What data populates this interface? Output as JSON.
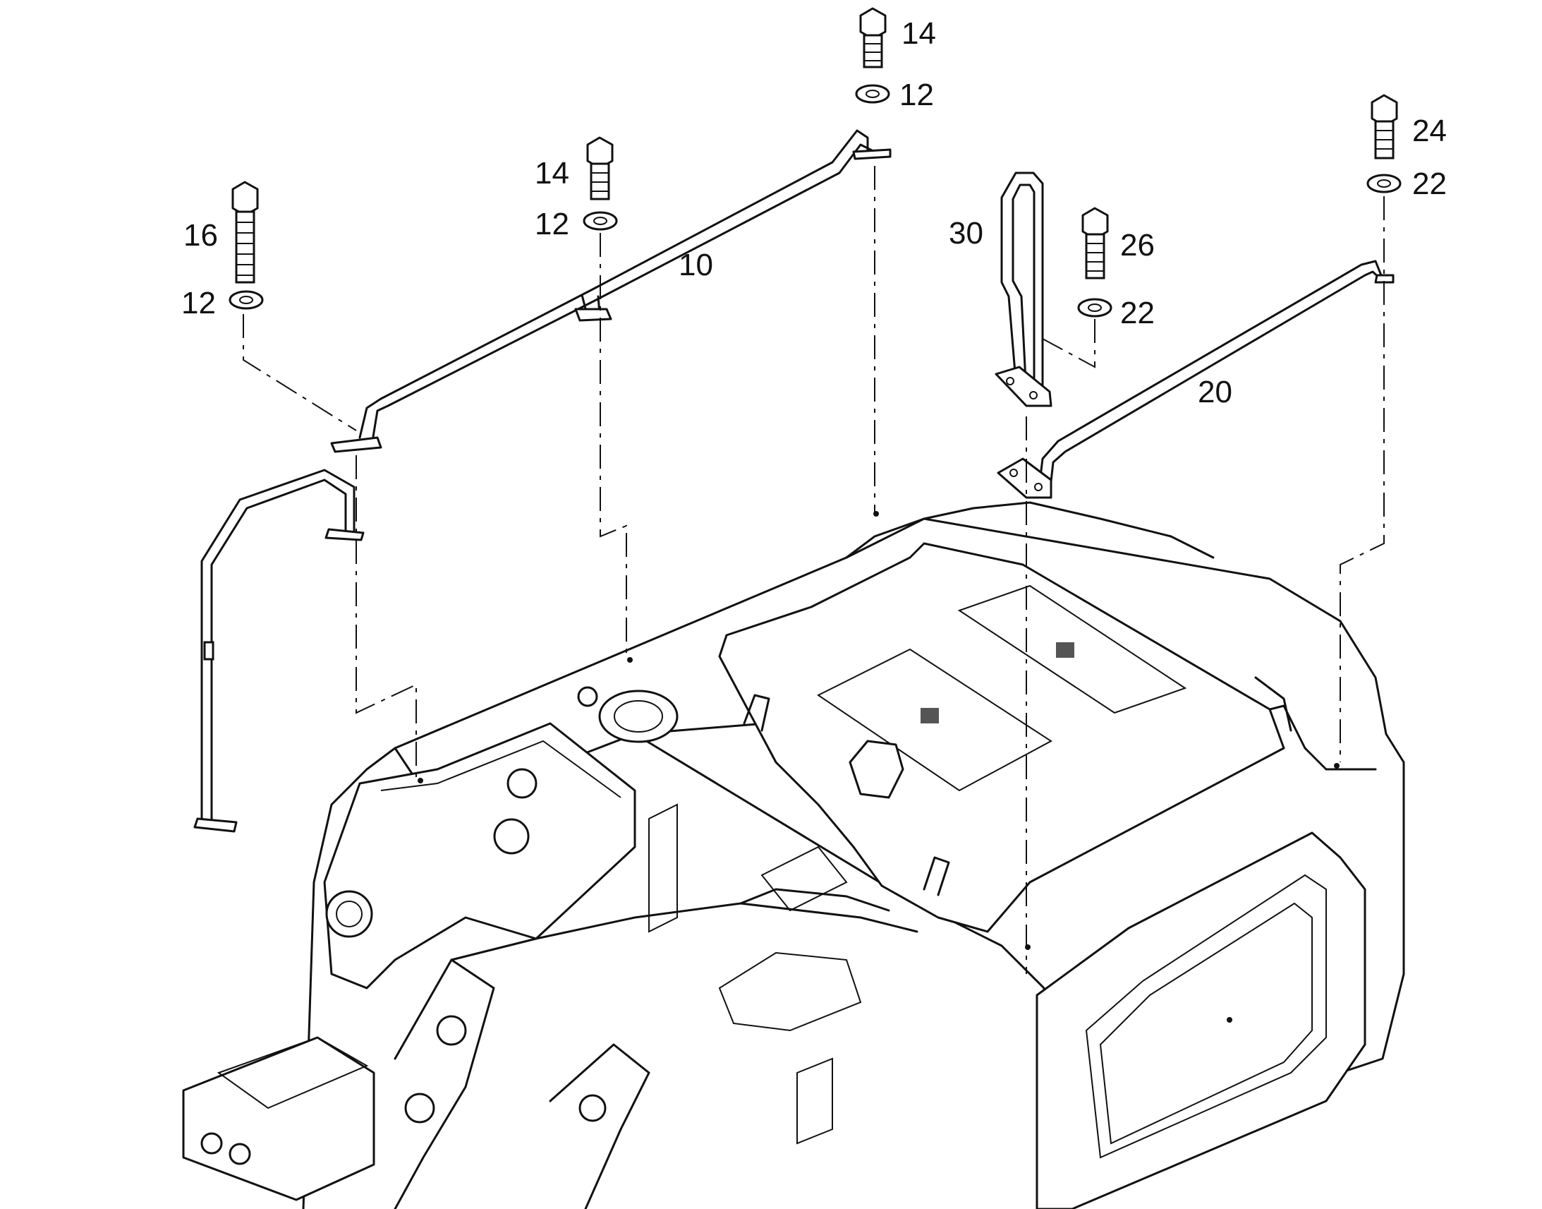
{
  "callouts": {
    "c10": "10",
    "c12a": "12",
    "c12b": "12",
    "c12c": "12",
    "c14a": "14",
    "c14b": "14",
    "c16": "16",
    "c20": "20",
    "c22a": "22",
    "c22b": "22",
    "c24": "24",
    "c26": "26",
    "c30": "30"
  },
  "colors": {
    "line": "#111111",
    "background": "#ffffff"
  }
}
